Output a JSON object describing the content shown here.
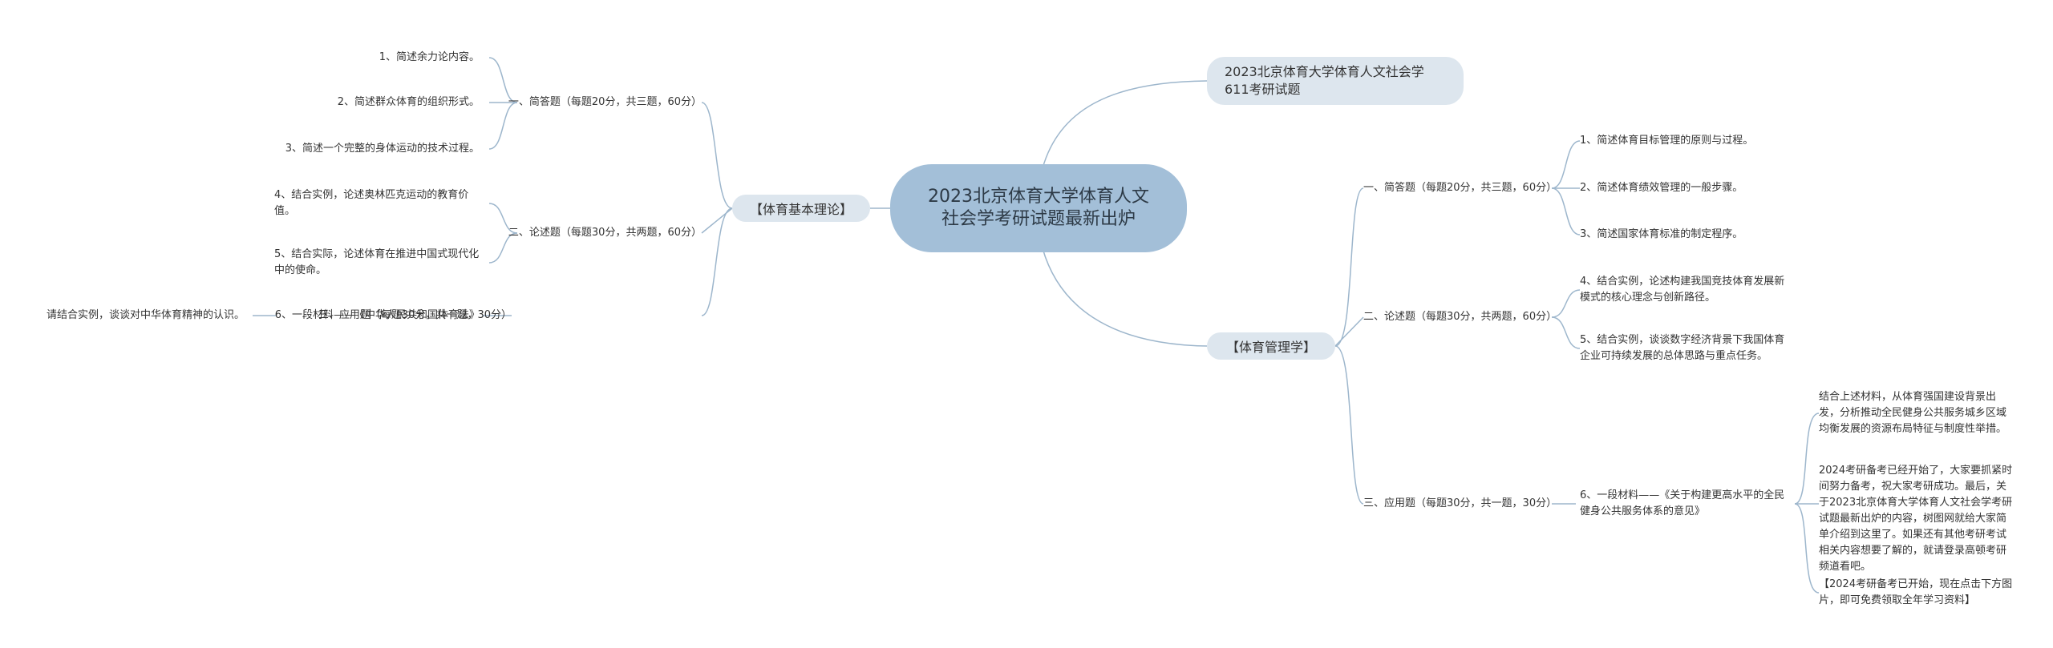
{
  "center": {
    "title": "2023北京体育大学体育人文社会学考研试题最新出炉"
  },
  "top_node": {
    "title": "2023北京体育大学体育人文社会学611考研试题"
  },
  "left": {
    "label": "【体育基本理论】",
    "sections": [
      {
        "label": "一、简答题（每题20分，共三题，60分）",
        "items": [
          "1、简述余力论内容。",
          "2、简述群众体育的组织形式。",
          "3、简述一个完整的身体运动的技术过程。"
        ]
      },
      {
        "label": "二、论述题（每题30分，共两题，60分）",
        "items": [
          "4、结合实例，论述奥林匹克运动的教育价值。",
          "5、结合实际，论述体育在推进中国式现代化中的使命。"
        ]
      },
      {
        "label": "三、应用题（每题30分，共一题，30分）",
        "material": "6、一段材料——《中华人民共和国体育法》",
        "material_detail": "请结合实例，谈谈对中华体育精神的认识。"
      }
    ]
  },
  "right": {
    "label": "【体育管理学】",
    "sections": [
      {
        "label": "一、简答题（每题20分，共三题，60分）",
        "items": [
          "1、简述体育目标管理的原则与过程。",
          "2、简述体育绩效管理的一般步骤。",
          "3、简述国家体育标准的制定程序。"
        ]
      },
      {
        "label": "二、论述题（每题30分，共两题，60分）",
        "items": [
          "4、结合实例，论述构建我国竞技体育发展新模式的核心理念与创新路径。",
          "5、结合实例，谈谈数字经济背景下我国体育企业可持续发展的总体思路与重点任务。"
        ]
      },
      {
        "label": "三、应用题（每题30分，共一题，30分）",
        "material": "6、一段材料——《关于构建更高水平的全民健身公共服务体系的意见》",
        "details": [
          "结合上述材料，从体育强国建设背景出发，分析推动全民健身公共服务城乡区域均衡发展的资源布局特征与制度性举措。",
          "2024考研备考已经开始了，大家要抓紧时间努力备考，祝大家考研成功。最后，关于2023北京体育大学体育人文社会学考研试题最新出炉的内容，树图网就给大家简单介绍到这里了。如果还有其他考研考试相关内容想要了解的，就请登录高顿考研频道看吧。",
          "【2024考研备考已开始，现在点击下方图片，即可免费领取全年学习资料】"
        ]
      }
    ]
  },
  "colors": {
    "line": "#9db6cc",
    "center_fill": "#a3bfd8",
    "pill_fill": "#dde6ee"
  }
}
